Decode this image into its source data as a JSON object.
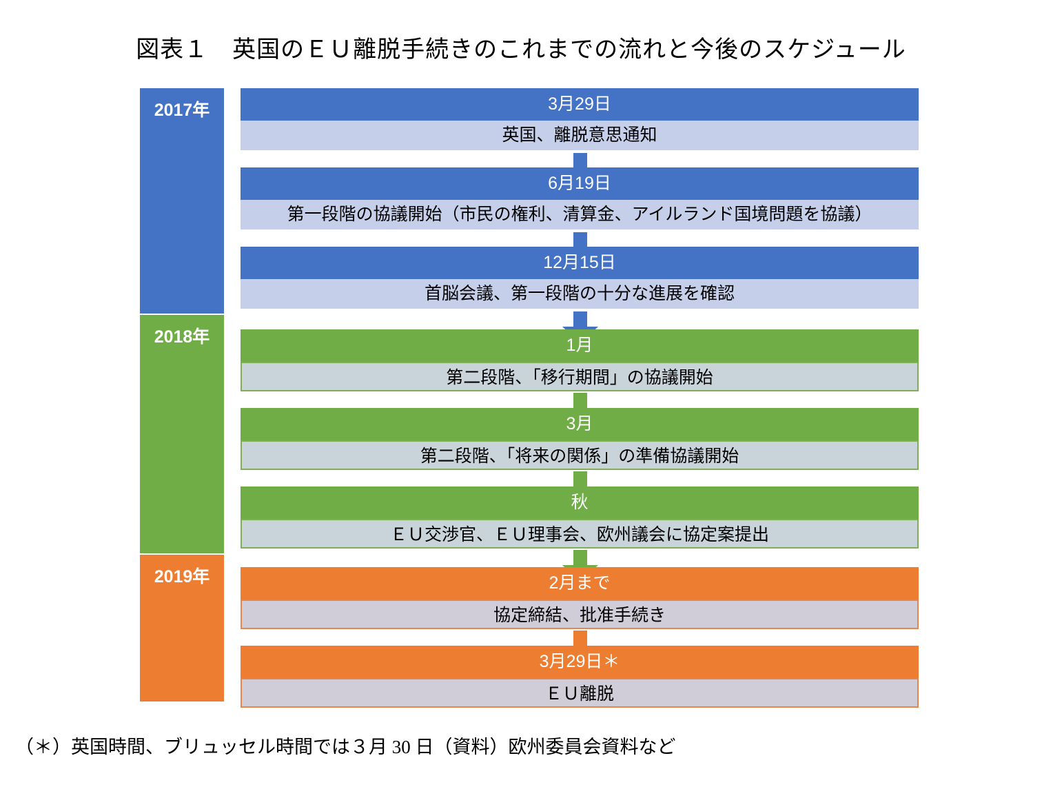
{
  "title": "図表１　英国のＥＵ離脱手続きのこれまでの流れと今後のスケジュール",
  "years": [
    {
      "label": "2017年",
      "color": "#4472C4"
    },
    {
      "label": "2018年",
      "color": "#70AD47"
    },
    {
      "label": "2019年",
      "color": "#ED7D31"
    }
  ],
  "events": [
    {
      "date": "3月29日",
      "text": "英国、離脱意思通知",
      "year": "2017年",
      "color": "#4472C4"
    },
    {
      "date": "6月19日",
      "text": "第一段階の協議開始（市民の権利、清算金、アイルランド国境問題を協議）",
      "year": "2017年",
      "color": "#4472C4"
    },
    {
      "date": "12月15日",
      "text": "首脳会議、第一段階の十分な進展を確認",
      "year": "2017年",
      "color": "#4472C4"
    },
    {
      "date": "1月",
      "text": "第二段階、「移行期間」の協議開始",
      "year": "2018年",
      "color": "#70AD47"
    },
    {
      "date": "3月",
      "text": "第二段階、「将来の関係」の準備協議開始",
      "year": "2018年",
      "color": "#70AD47"
    },
    {
      "date": "秋",
      "text": "ＥＵ交渉官、ＥＵ理事会、欧州議会に協定案提出",
      "year": "2018年",
      "color": "#70AD47"
    },
    {
      "date": "2月まで",
      "text": "協定締結、批准手続き",
      "year": "2019年",
      "color": "#ED7D31"
    },
    {
      "date": "3月29日＊",
      "text": "ＥＵ離脱",
      "year": "2019年",
      "color": "#ED7D31"
    }
  ],
  "footnote": "（＊）英国時間、ブリュッセル時間では３月 30 日（資料）欧州委員会資料など"
}
